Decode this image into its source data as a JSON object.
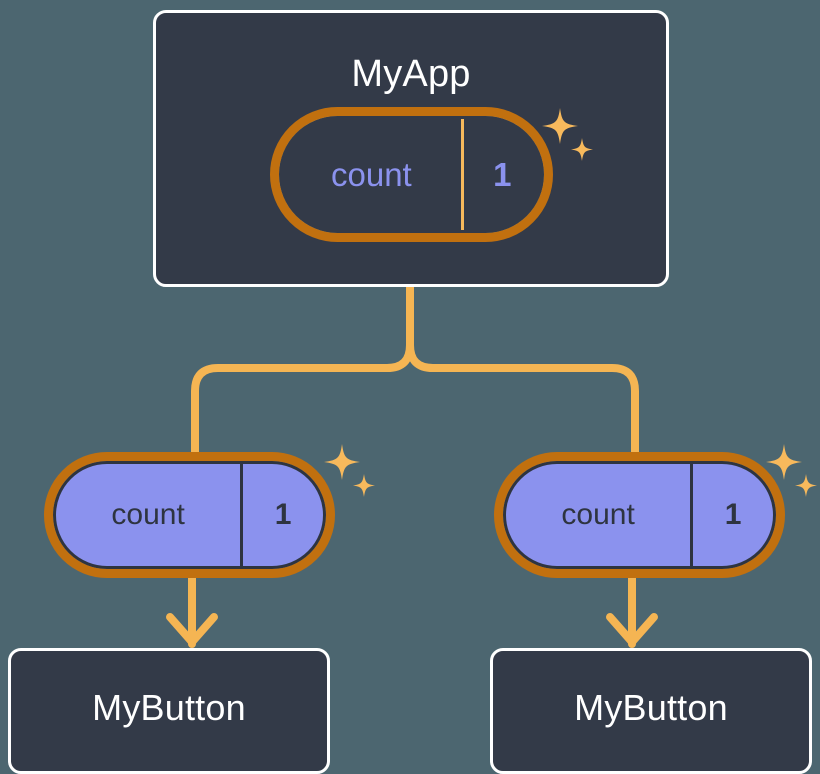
{
  "diagram": {
    "type": "component-state-propagation-tree",
    "background_color": "#4c6670",
    "colors": {
      "card_fill": "#333a48",
      "card_border": "#ffffff",
      "pill_ring_outer": "#c1700f",
      "pill_ring_inner": "#f7b95c",
      "pill_fill": "#8b92ee",
      "connector": "#f5b553",
      "sparkle": "#f7b95c",
      "accent_text": "#8b92ee",
      "dark_text": "#2e3440"
    },
    "root": {
      "title": "MyApp",
      "state": {
        "key": "count",
        "value": "1"
      }
    },
    "children": [
      {
        "title": "MyButton",
        "state": {
          "key": "count",
          "value": "1"
        }
      },
      {
        "title": "MyButton",
        "state": {
          "key": "count",
          "value": "1"
        }
      }
    ],
    "icons": {
      "sparkle_large": "sparkle-icon",
      "sparkle_small": "sparkle-icon",
      "arrow": "arrow-down-icon"
    }
  }
}
